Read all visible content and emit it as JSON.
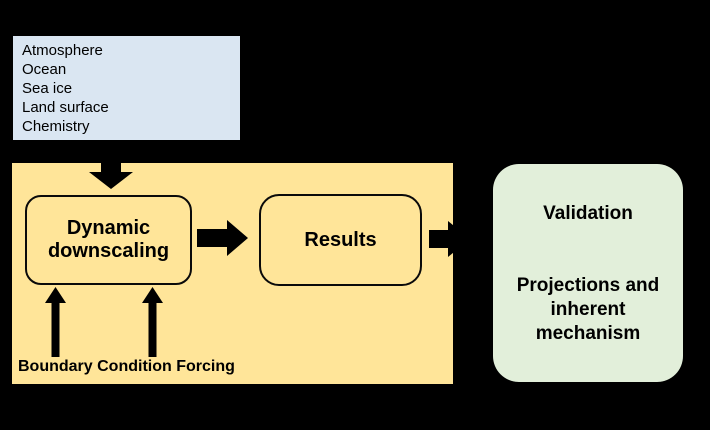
{
  "colors": {
    "background": "#000000",
    "gcm_box_fill": "#dae6f2",
    "panel_fill": "#ffe599",
    "outcome_box_fill": "#e2efda",
    "node_border": "#0a0a0a",
    "arrow": "#000000",
    "text": "#000000"
  },
  "gcm_box": {
    "items": [
      "Atmosphere",
      "Ocean",
      "Sea ice",
      "Land surface",
      "Chemistry"
    ]
  },
  "downscaling_panel": {
    "dynamic_node_label": "Dynamic downscaling",
    "results_node_label": "Results",
    "boundary_label": "Boundary Condition Forcing"
  },
  "outcome_box": {
    "title": "Validation",
    "subtitle_lines": [
      "Projections and",
      "inherent",
      "mechanism"
    ]
  }
}
